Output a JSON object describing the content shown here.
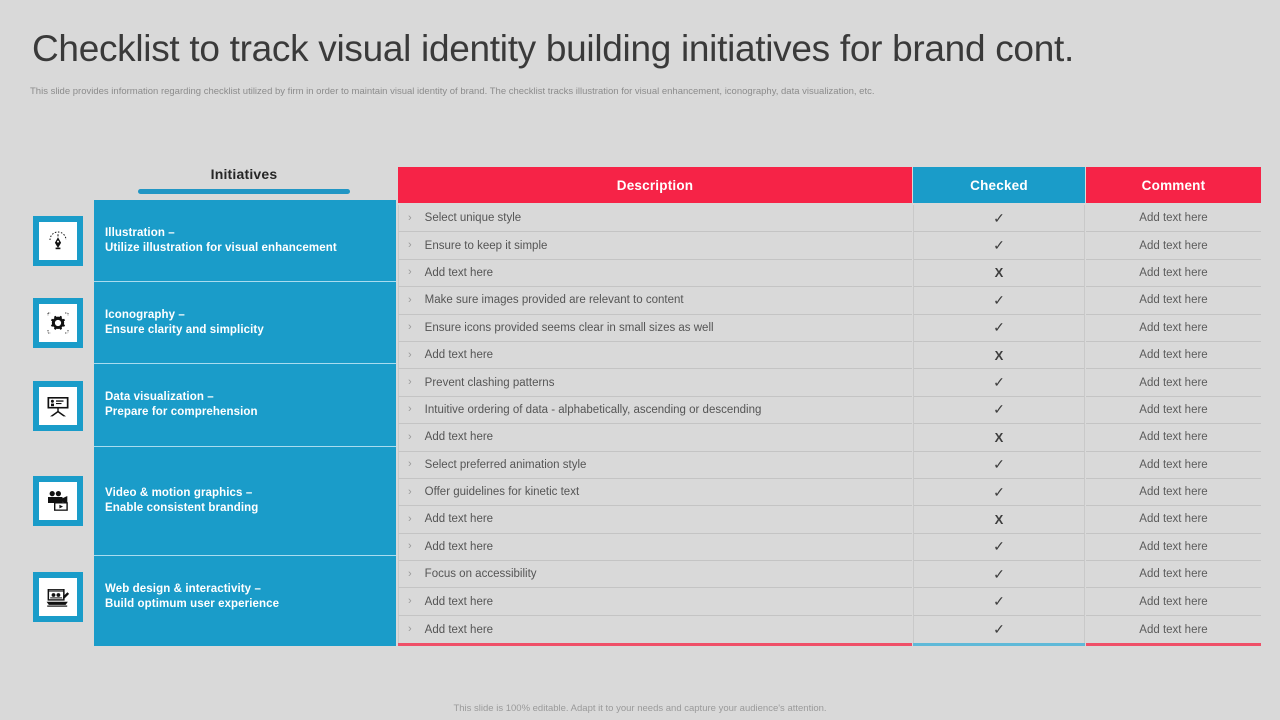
{
  "header": {
    "title": "Checklist to track visual identity building initiatives for brand cont.",
    "subtitle": "This slide provides information regarding checklist utilized by firm in order to maintain visual identity of brand. The checklist tracks illustration for visual enhancement, iconography, data visualization, etc."
  },
  "initiatives_header": {
    "label": "Initiatives"
  },
  "table": {
    "headers": {
      "description": "Description",
      "checked": "Checked",
      "comment": "Comment"
    },
    "colors": {
      "red": "#f62347",
      "blue": "#1a9cc9",
      "row_bg": "#d9d9d9",
      "footer_red": "#ef5068",
      "footer_blue": "#5fb9d8"
    },
    "chevron": "›",
    "check_mark": "✓",
    "cross_mark": "X"
  },
  "initiatives": [
    {
      "icon": "pen-nib-icon",
      "title": "Illustration –",
      "subtitle": "Utilize illustration for visual enhancement",
      "rows": 3
    },
    {
      "icon": "gear-icon",
      "title": "Iconography –",
      "subtitle": "Ensure clarity and simplicity",
      "rows": 3
    },
    {
      "icon": "presentation-chart-icon",
      "title": "Data visualization –",
      "subtitle": "Prepare for comprehension",
      "rows": 3
    },
    {
      "icon": "video-camera-icon",
      "title": "Video & motion graphics –",
      "subtitle": "Enable consistent branding",
      "rows": 4
    },
    {
      "icon": "web-design-icon",
      "title": "Web design & interactivity –",
      "subtitle": "Build optimum user experience",
      "rows": 3
    }
  ],
  "rows": [
    {
      "description": "Select unique style",
      "checked": "✓",
      "comment": "Add text here"
    },
    {
      "description": "Ensure to keep it simple",
      "checked": "✓",
      "comment": "Add text here"
    },
    {
      "description": "Add text here",
      "checked": "X",
      "comment": "Add text here"
    },
    {
      "description": "Make sure images provided are relevant to content",
      "checked": "✓",
      "comment": "Add text here"
    },
    {
      "description": "Ensure icons provided seems clear in small sizes as well",
      "checked": "✓",
      "comment": "Add text here"
    },
    {
      "description": "Add text here",
      "checked": "X",
      "comment": "Add text here"
    },
    {
      "description": "Prevent clashing patterns",
      "checked": "✓",
      "comment": "Add text here"
    },
    {
      "description": "Intuitive ordering of data - alphabetically, ascending or descending",
      "checked": "✓",
      "comment": "Add text here"
    },
    {
      "description": "Add text here",
      "checked": "X",
      "comment": "Add text here"
    },
    {
      "description": "Select preferred animation style",
      "checked": "✓",
      "comment": "Add text here"
    },
    {
      "description": "Offer guidelines for kinetic text",
      "checked": "✓",
      "comment": "Add text here"
    },
    {
      "description": "Add text here",
      "checked": "X",
      "comment": "Add text here"
    },
    {
      "description": "Add text here",
      "checked": "✓",
      "comment": "Add text here"
    },
    {
      "description": "Focus on accessibility",
      "checked": "✓",
      "comment": "Add text here"
    },
    {
      "description": "Add text here",
      "checked": "✓",
      "comment": "Add text here"
    },
    {
      "description": "Add text here",
      "checked": "✓",
      "comment": "Add text here"
    }
  ],
  "footer": {
    "note": "This slide is 100% editable. Adapt it to your needs and capture your audience's attention."
  }
}
